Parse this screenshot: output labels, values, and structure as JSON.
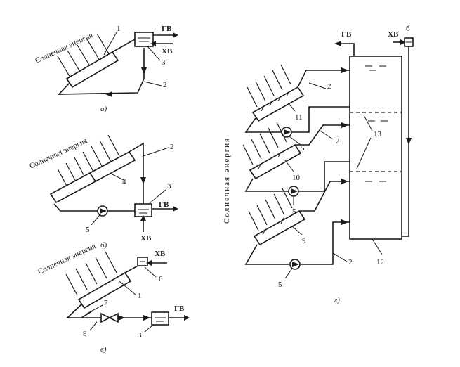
{
  "labels": {
    "solar_energy_a": "Солнечная энергия",
    "solar_energy_b": "Солнечная энергия",
    "solar_energy_c": "Солнечная энергия",
    "solar_energy_g": "Солнечная энергия",
    "hot_water": "ГВ",
    "cold_water": "ХВ",
    "tank_top_mark": "б"
  },
  "captions": {
    "a": "а)",
    "b": "б)",
    "c": "в)",
    "g": "г)"
  },
  "numbers": {
    "n1": "1",
    "n2": "2",
    "n3": "3",
    "n4": "4",
    "n5": "5",
    "n6": "6",
    "n7": "7",
    "n8": "8",
    "n9": "9",
    "n10": "10",
    "n11": "11",
    "n12": "12",
    "n13": "13"
  }
}
